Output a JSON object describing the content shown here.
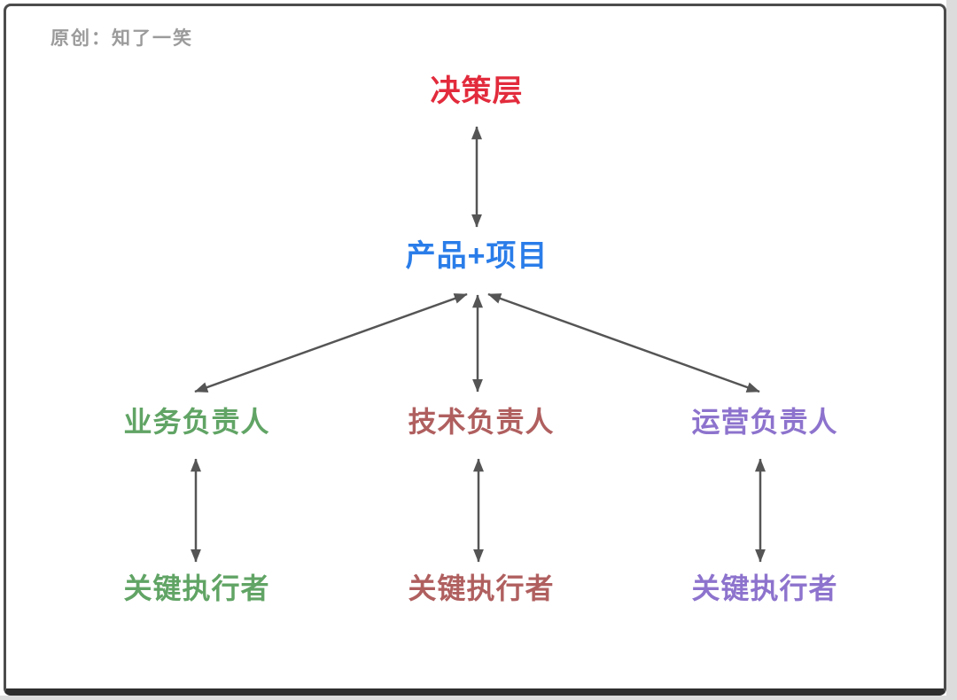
{
  "watermark": {
    "text": "原创：知了一笑",
    "color": "#9b9b9b"
  },
  "diagram": {
    "top": {
      "id": "decision-layer",
      "label": "决策层",
      "color": "#e22b3c"
    },
    "hub": {
      "id": "product-project",
      "label": "产品+项目",
      "color": "#2a7de9"
    },
    "columns": [
      {
        "id": "business",
        "lead": {
          "label": "业务负责人"
        },
        "executor": {
          "label": "关键执行者"
        },
        "color": "#61a465"
      },
      {
        "id": "tech",
        "lead": {
          "label": "技术负责人"
        },
        "executor": {
          "label": "关键执行者"
        },
        "color": "#b05f5f"
      },
      {
        "id": "operations",
        "lead": {
          "label": "运营负责人"
        },
        "executor": {
          "label": "关键执行者"
        },
        "color": "#8d73cd"
      }
    ],
    "edges": [
      {
        "from": "decision-layer",
        "to": "product-project",
        "bidirectional": true
      },
      {
        "from": "product-project",
        "to": "business-lead",
        "bidirectional": true
      },
      {
        "from": "product-project",
        "to": "tech-lead",
        "bidirectional": true
      },
      {
        "from": "product-project",
        "to": "operations-lead",
        "bidirectional": true
      },
      {
        "from": "business-lead",
        "to": "business-executor",
        "bidirectional": true
      },
      {
        "from": "tech-lead",
        "to": "tech-executor",
        "bidirectional": true
      },
      {
        "from": "operations-lead",
        "to": "operations-executor",
        "bidirectional": true
      }
    ],
    "arrow_color": "#555555",
    "border_color": "#4c4c4c"
  }
}
